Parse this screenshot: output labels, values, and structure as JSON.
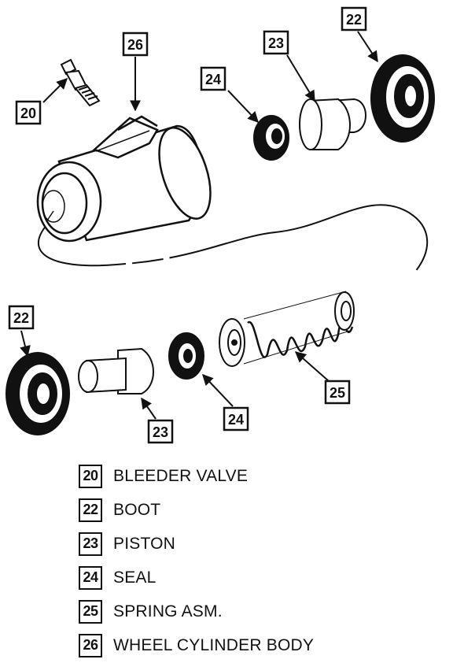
{
  "callouts": {
    "c20": "20",
    "c22_top": "22",
    "c22_left": "22",
    "c23_top": "23",
    "c23_bottom": "23",
    "c24_top": "24",
    "c24_bottom": "24",
    "c25": "25",
    "c26": "26"
  },
  "legend": [
    {
      "num": "20",
      "label": "BLEEDER VALVE"
    },
    {
      "num": "22",
      "label": "BOOT"
    },
    {
      "num": "23",
      "label": "PISTON"
    },
    {
      "num": "24",
      "label": "SEAL"
    },
    {
      "num": "25",
      "label": "SPRING ASM."
    },
    {
      "num": "26",
      "label": "WHEEL CYLINDER BODY"
    }
  ]
}
